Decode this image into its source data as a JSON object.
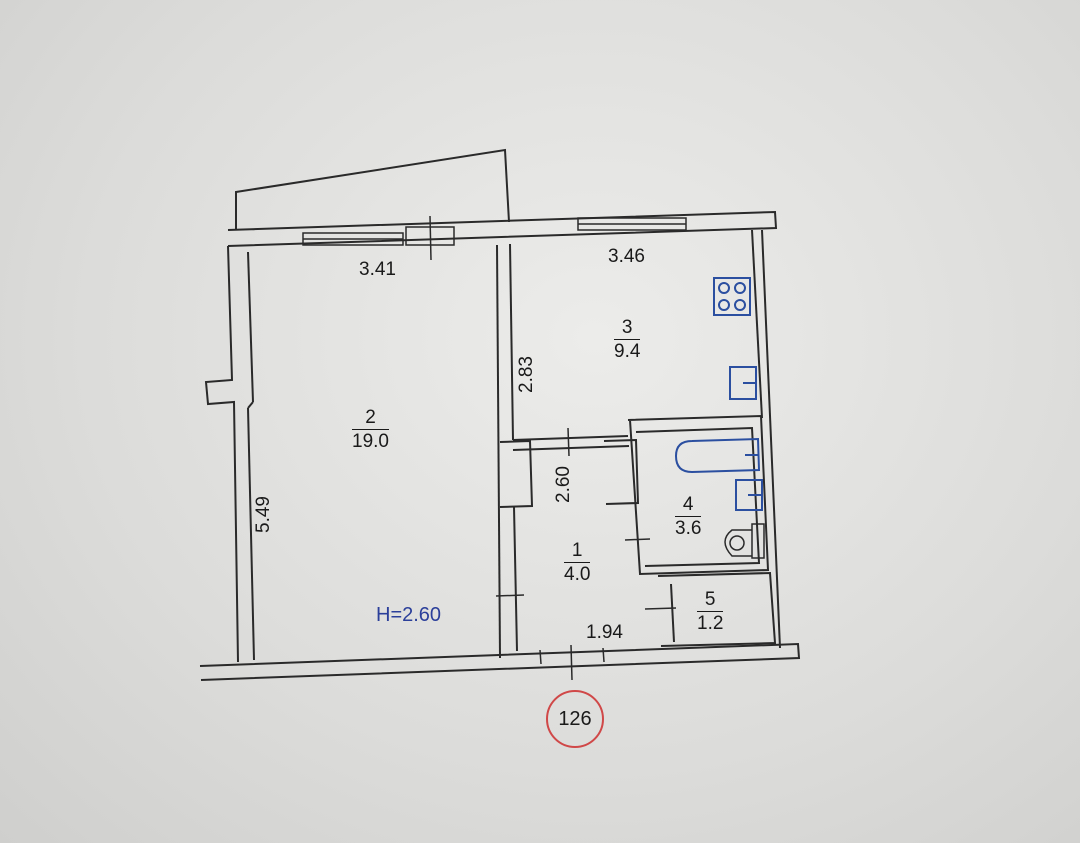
{
  "plan": {
    "dimensions": {
      "living_width": "3.41",
      "kitchen_width": "3.46",
      "living_length": "5.49",
      "kitchen_depth": "2.83",
      "hall_depth": "2.60",
      "hall_width": "1.94"
    },
    "rooms": [
      {
        "number": "2",
        "area": "19.0"
      },
      {
        "number": "3",
        "area": "9.4"
      },
      {
        "number": "1",
        "area": "4.0"
      },
      {
        "number": "4",
        "area": "3.6"
      },
      {
        "number": "5",
        "area": "1.2"
      }
    ],
    "ceiling_height": "H=2.60",
    "apartment_number": "126"
  },
  "colors": {
    "wall": "#2a2a2a",
    "fixture": "#2b4fa0",
    "badge": "#d04848"
  },
  "icons": [
    "stove-icon",
    "sink-icon",
    "bathtub-icon",
    "washbasin-icon",
    "toilet-icon"
  ]
}
